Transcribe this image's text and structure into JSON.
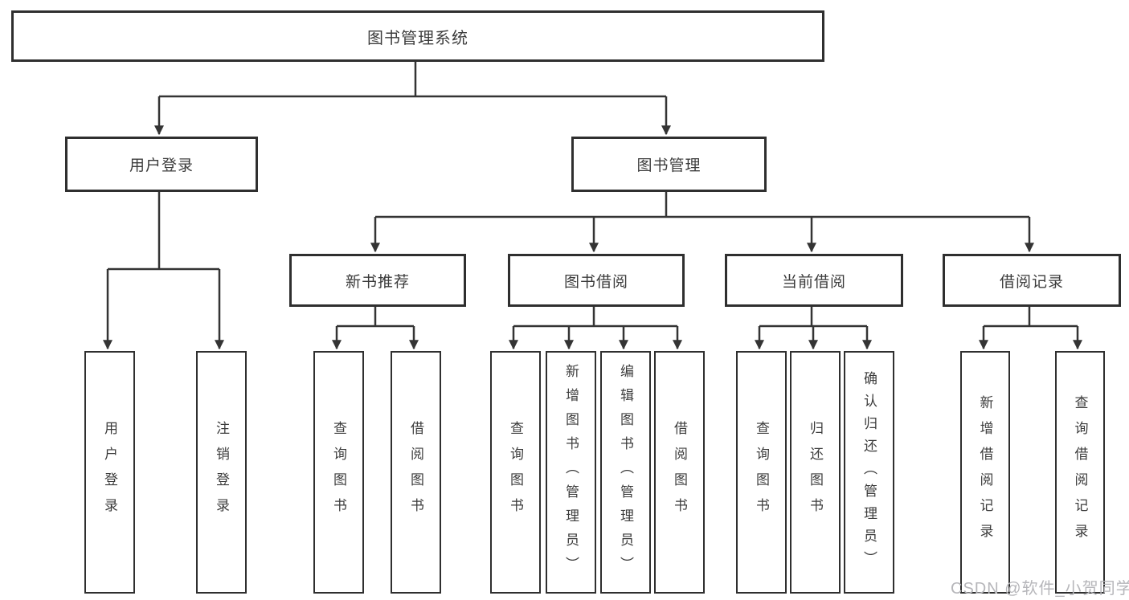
{
  "nodes": {
    "root": {
      "label": "图书管理系统"
    },
    "user_login": {
      "label": "用户登录"
    },
    "book_management": {
      "label": "图书管理"
    },
    "new_book_recommend": {
      "label": "新书推荐"
    },
    "book_borrow": {
      "label": "图书借阅"
    },
    "current_borrow": {
      "label": "当前借阅"
    },
    "borrow_record": {
      "label": "借阅记录"
    }
  },
  "leaves": [
    {
      "label": "用户登录",
      "parent": "用户登录"
    },
    {
      "label": "注销登录",
      "parent": "用户登录"
    },
    {
      "label": "查询图书",
      "parent": "新书推荐"
    },
    {
      "label": "借阅图书",
      "parent": "新书推荐"
    },
    {
      "label": "查询图书",
      "parent": "图书借阅"
    },
    {
      "label": "新增图书（管理员）",
      "parent": "图书借阅"
    },
    {
      "label": "编辑图书（管理员）",
      "parent": "图书借阅"
    },
    {
      "label": "借阅图书",
      "parent": "图书借阅"
    },
    {
      "label": "查询图书",
      "parent": "当前借阅"
    },
    {
      "label": "归还图书",
      "parent": "当前借阅"
    },
    {
      "label": "确认归还（管理员）",
      "parent": "当前借阅"
    },
    {
      "label": "新增借阅记录",
      "parent": "借阅记录"
    },
    {
      "label": "查询借阅记录",
      "parent": "借阅记录"
    }
  ],
  "watermark": {
    "text": "CSDN @软件_小贺同学",
    "color": "#b6b6ba"
  },
  "colors": {
    "line": "#343434",
    "box_border": "#2f2f2f",
    "text": "#3c3c3c",
    "background": "#ffffff"
  }
}
